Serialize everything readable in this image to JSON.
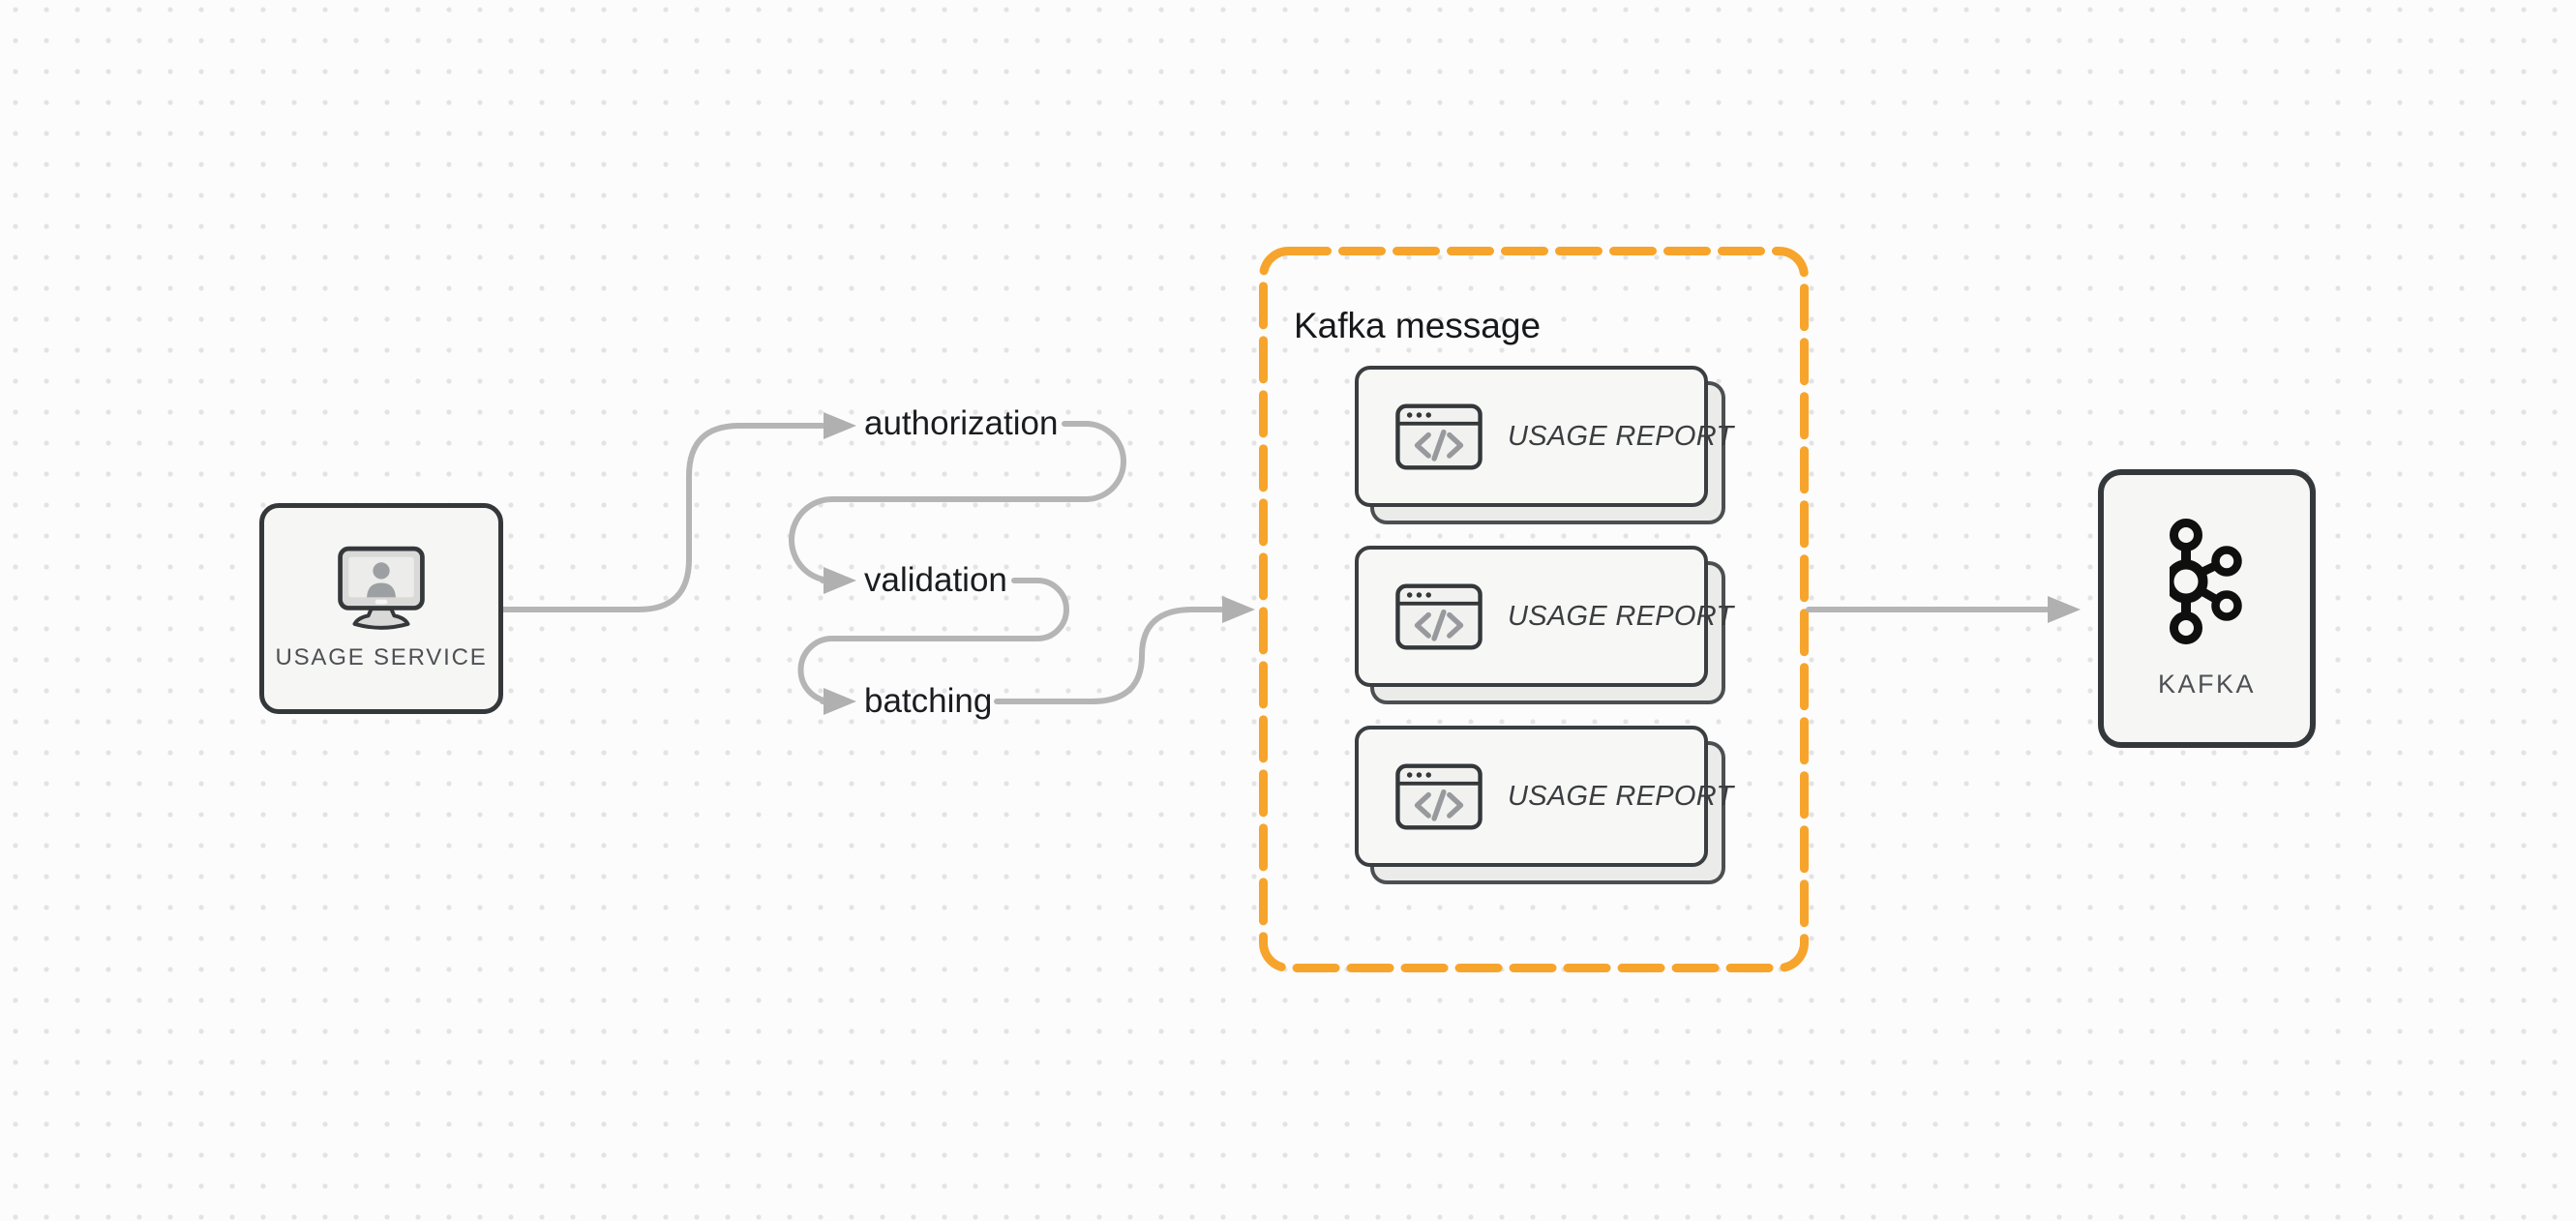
{
  "diagram": {
    "title": "usage reporting pipeline",
    "background": "#fcfcfc",
    "dot_color": "#e3e3e3",
    "connector_color": "#b5b5b5",
    "node_border_color": "#35383b",
    "node_fill_color": "#f6f6f4"
  },
  "nodes": {
    "usage_service": {
      "label": "USAGE SERVICE",
      "icon": "monitor-user-icon"
    },
    "kafka": {
      "label": "KAFKA",
      "icon": "kafka-logo-icon"
    }
  },
  "steps": [
    {
      "label": "authorization"
    },
    {
      "label": "validation"
    },
    {
      "label": "batching"
    }
  ],
  "group": {
    "label": "Kafka message",
    "border_color": "#f7a42c",
    "border_style": "dashed"
  },
  "cards": [
    {
      "label": "USAGE REPORT",
      "icon": "code-window-icon"
    },
    {
      "label": "USAGE REPORT",
      "icon": "code-window-icon"
    },
    {
      "label": "USAGE REPORT",
      "icon": "code-window-icon"
    }
  ],
  "flows": [
    {
      "from": "usage-service",
      "to": "authorization"
    },
    {
      "from": "authorization",
      "to": "validation"
    },
    {
      "from": "validation",
      "to": "batching"
    },
    {
      "from": "batching",
      "to": "kafka-message-group"
    },
    {
      "from": "kafka-message-group",
      "to": "kafka"
    }
  ]
}
